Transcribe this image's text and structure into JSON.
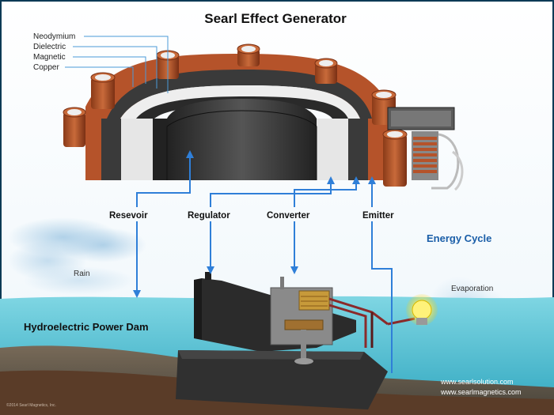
{
  "title": "Searl Effect Generator",
  "layers": [
    "Neodymium",
    "Dielectric",
    "Magnetic",
    "Copper"
  ],
  "flow_labels": {
    "reservoir": "Resevoir",
    "regulator": "Regulator",
    "converter": "Converter",
    "emitter": "Emitter"
  },
  "energy_cycle": "Energy Cycle",
  "rain": "Rain",
  "evaporation": "Evaporation",
  "dam": "Hydroelectric Power Dam",
  "websites": [
    "www.searlsolution.com",
    "www.searlmagnetics.com"
  ],
  "copyright": "©2014 Searl Magnetics, Inc.",
  "colors": {
    "accent_blue": "#1a5ea8",
    "arrow_blue": "#2f7fd8",
    "water": "#5ec8d8",
    "copper": "#b5532a",
    "ground": "#6a4a35"
  }
}
